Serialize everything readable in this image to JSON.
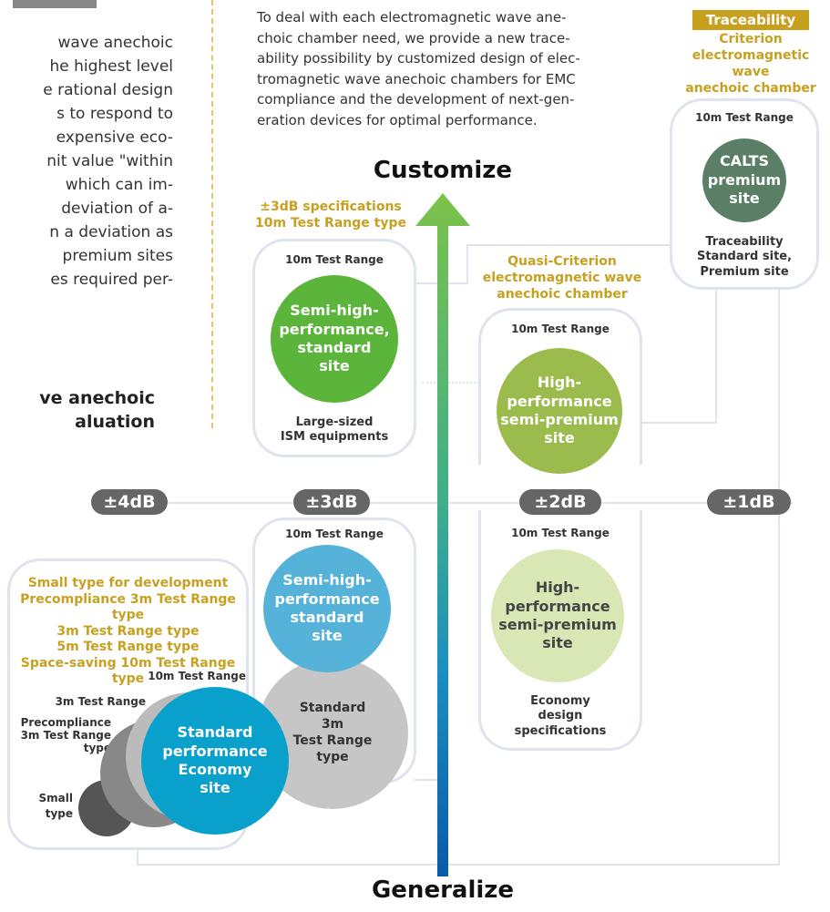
{
  "left_paragraph": [
    "wave anechoic",
    "he highest level",
    "e rational design",
    "s to respond to",
    "expensive eco-",
    "nit value \"within",
    "which can im-",
    "deviation of a-",
    "n a deviation as",
    "premium sites",
    "es required per-"
  ],
  "left_heading": [
    "ve anechoic",
    "aluation"
  ],
  "intro_text": [
    "To deal with each electromagnetic wave ane-",
    "choic chamber need, we provide a new trace-",
    "ability possibility by customized design of elec-",
    "tromagnetic wave anechoic chambers for EMC",
    "compliance and the development of next-gen-",
    "eration devices for optimal performance."
  ],
  "axis": {
    "top": "Customize",
    "bottom": "Generalize"
  },
  "scale": [
    "±4dB",
    "±3dB",
    "±2dB",
    "±1dB"
  ],
  "traceability": {
    "badge": "Traceability",
    "title": [
      "Criterion",
      "electromagnetic wave",
      "anechoic chamber"
    ],
    "range": "10m Test Range",
    "circle": [
      "CALTS",
      "premium",
      "site"
    ],
    "caption": [
      "Traceability",
      "Standard site,",
      "Premium site"
    ]
  },
  "quasi": {
    "title": [
      "Quasi-Criterion",
      "electromagnetic wave",
      "anechoic chamber"
    ],
    "upper_range": "10m Test Range",
    "upper_circle": [
      "High-",
      "performance",
      "semi-premium",
      "site"
    ],
    "lower_range": "10m Test Range",
    "lower_circle": [
      "High-",
      "performance",
      "semi-premium",
      "site"
    ],
    "lower_caption": [
      "Economy",
      "design",
      "specifications"
    ]
  },
  "semi_high_3db": {
    "title": [
      "±3dB specifications",
      "10m Test Range type"
    ],
    "range": "10m Test Range",
    "circle": [
      "Semi-high-",
      "performance,",
      "standard",
      "site"
    ],
    "caption": [
      "Large-sized",
      "ISM equipments"
    ]
  },
  "middle": {
    "range": "10m Test Range",
    "circle": [
      "Semi-high-",
      "performance",
      "standard",
      "site"
    ],
    "gray_circle": [
      "Standard",
      "3m",
      "Test Range",
      "type"
    ]
  },
  "economy": {
    "types": [
      "Small type for development",
      "Precompliance 3m Test Range type",
      "3m Test Range type",
      "5m Test Range type",
      "Space-saving 10m Test Range type"
    ],
    "range_10m": "10m Test Range",
    "range_3m": "3m Test Range",
    "precompliance": [
      "Precompliance",
      "3m Test Range",
      "type"
    ],
    "small": [
      "Small",
      "type"
    ],
    "circle": [
      "Standard",
      "performance",
      "Economy",
      "site"
    ]
  },
  "colors": {
    "green": "#5bb53a",
    "olive": "#9bbc4d",
    "light_green": "#d9e7b4",
    "teal_green": "#5a7f66",
    "sky": "#55b2d8",
    "cyan": "#0aa0cc",
    "gold": "#c8a020",
    "gray_pill": "#666666"
  }
}
